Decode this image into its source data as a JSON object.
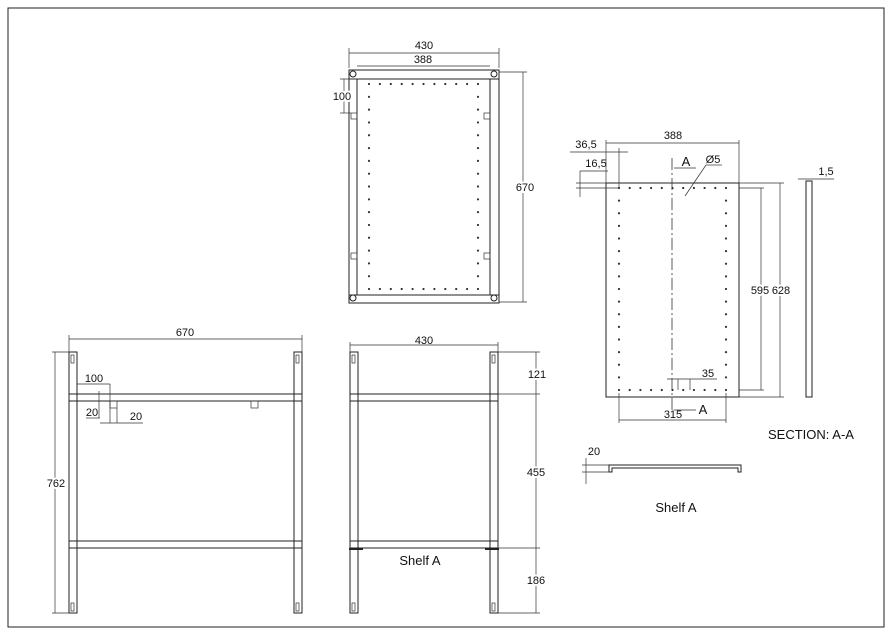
{
  "top_view": {
    "width_outer": "430",
    "width_inner": "388",
    "length": "670",
    "tab_offset": "100",
    "hole_rows": 17,
    "hole_cols": 11
  },
  "shelf_view": {
    "width": "388",
    "edge_offset_x": "36,5",
    "edge_offset_y": "16,5",
    "section_mark": "A",
    "hole_dia": "Ø5",
    "hole_span": "595",
    "length": "628",
    "hole_pitch": "35",
    "hole_width": "315"
  },
  "section": {
    "thickness": "1,5",
    "title": "SECTION: A-A",
    "flange": "20",
    "label": "Shelf A"
  },
  "front_view": {
    "width": "670",
    "height": "762",
    "tab_offset": "100",
    "tab_h": "20",
    "tab_w": "20"
  },
  "side_view": {
    "width": "430",
    "top_gap": "121",
    "mid_gap": "455",
    "bottom_gap": "186",
    "label": "Shelf A"
  }
}
